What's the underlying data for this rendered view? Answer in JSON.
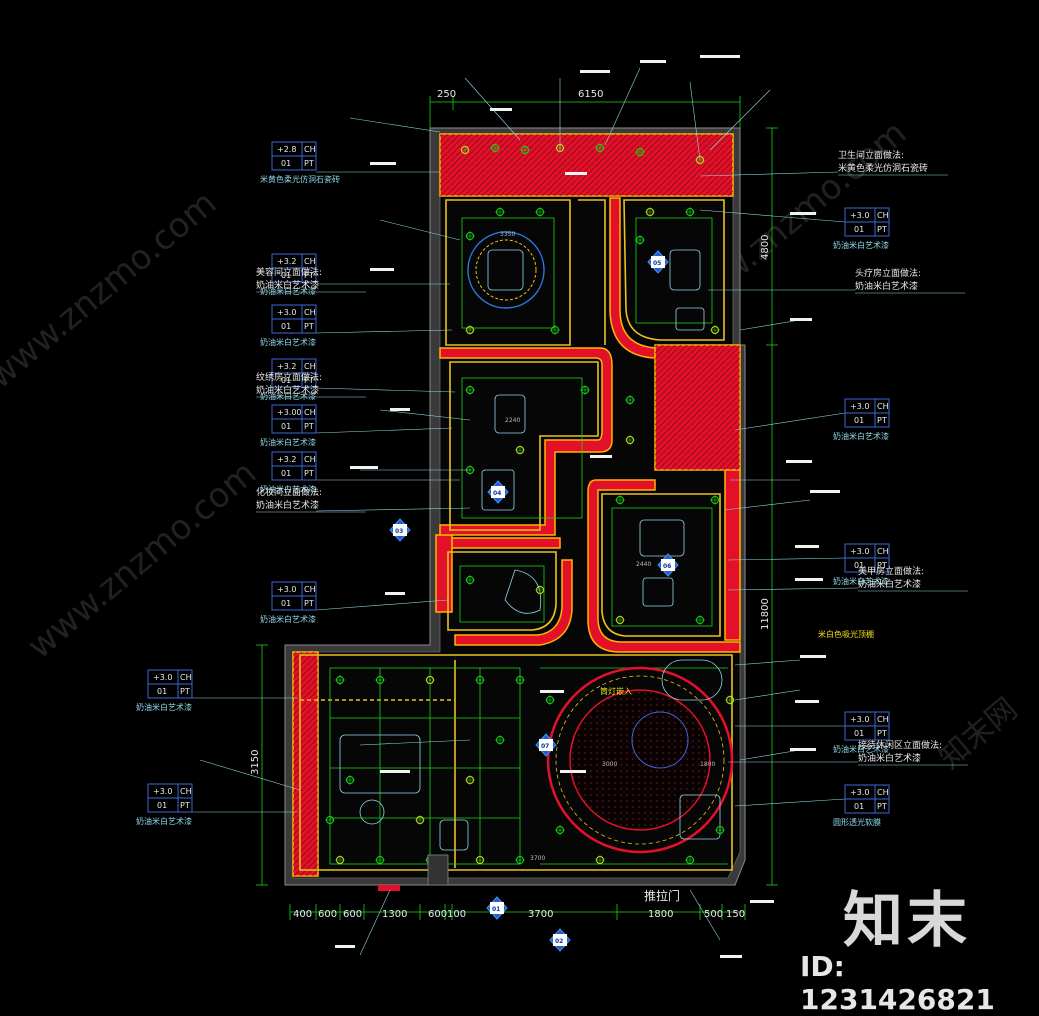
{
  "drawing": {
    "dims_top": [
      "250",
      "6150"
    ],
    "dims_bottom": [
      "400",
      "600",
      "600",
      "1300",
      "600",
      "100",
      "3700",
      "1800",
      "500",
      "150"
    ],
    "dims_right": [
      "4800",
      "11800"
    ],
    "dims_left": [
      "3150"
    ],
    "door_label": "推拉门",
    "inner_dims": [
      "3350",
      "2240",
      "3000",
      "3700",
      "2440",
      "1800"
    ]
  },
  "ceiling_tags": [
    {
      "ch": "+2.8",
      "ch_unit": "CH",
      "pt": "01",
      "pt_unit": "PT",
      "note": "米黄色柔光仿洞石瓷砖"
    },
    {
      "ch": "+3.2",
      "ch_unit": "CH",
      "pt": "01",
      "pt_unit": "PT",
      "note": "奶油米白艺术漆"
    },
    {
      "ch": "+3.0",
      "ch_unit": "CH",
      "pt": "01",
      "pt_unit": "PT",
      "note": "奶油米白艺术漆"
    },
    {
      "ch": "+3.2",
      "ch_unit": "CH",
      "pt": "01",
      "pt_unit": "PT",
      "note": "奶油米白艺术漆"
    },
    {
      "ch": "+3.00",
      "ch_unit": "CH",
      "pt": "01",
      "pt_unit": "PT",
      "note": "奶油米白艺术漆"
    },
    {
      "ch": "+3.2",
      "ch_unit": "CH",
      "pt": "01",
      "pt_unit": "PT",
      "note": "奶油米白艺术漆"
    },
    {
      "ch": "+3.0",
      "ch_unit": "CH",
      "pt": "01",
      "pt_unit": "PT",
      "note": "奶油米白艺术漆"
    },
    {
      "ch": "+3.0",
      "ch_unit": "CH",
      "pt": "01",
      "pt_unit": "PT",
      "note": "奶油米白艺术漆"
    },
    {
      "ch": "+3.0",
      "ch_unit": "CH",
      "pt": "01",
      "pt_unit": "PT",
      "note": "奶油米白艺术漆"
    },
    {
      "ch": "+3.0",
      "ch_unit": "CH",
      "pt": "01",
      "pt_unit": "PT",
      "note": "奶油米白艺术漆"
    },
    {
      "ch": "+3.0",
      "ch_unit": "CH",
      "pt": "01",
      "pt_unit": "PT",
      "note": "奶油米白艺术漆"
    },
    {
      "ch": "+3.0",
      "ch_unit": "CH",
      "pt": "01",
      "pt_unit": "PT",
      "note": "奶油米白艺术漆"
    },
    {
      "ch": "+3.0",
      "ch_unit": "CH",
      "pt": "01",
      "pt_unit": "PT",
      "note": "奶油米白艺术漆"
    },
    {
      "ch": "+3.0",
      "ch_unit": "CH",
      "pt": "01",
      "pt_unit": "PT",
      "note": "圆形透光软膜"
    }
  ],
  "elevation_notes": [
    {
      "title": "卫生间立面做法:",
      "material": "米黄色柔光仿洞石瓷砖"
    },
    {
      "title": "美容间立面做法:",
      "material": "奶油米白艺术漆"
    },
    {
      "title": "头疗房立面做法:",
      "material": "奶油米白艺术漆"
    },
    {
      "title": "纹绣房立面做法:",
      "material": "奶油米白艺术漆"
    },
    {
      "title": "化妆间立面做法:",
      "material": "奶油米白艺术漆"
    },
    {
      "title": "美甲房立面做法:",
      "material": "奶油米白艺术漆"
    },
    {
      "title": "接待休闲区立面做法:",
      "material": "奶油米白艺术漆"
    }
  ],
  "legend_notes": [
    "米白色吸光顶棚",
    "筒灯嵌入"
  ],
  "section_markers": [
    "01",
    "02",
    "03",
    "04",
    "05",
    "06",
    "07"
  ],
  "watermark": {
    "logo": "知末",
    "id": "ID: 1231426821",
    "site": "www.znzmo.com",
    "brand": "知末网"
  },
  "colors": {
    "background": "#000000",
    "wall_red": "#e3102a",
    "wall_edge": "#ffb400",
    "dim_green": "#19d419",
    "tag_frame": "#3a67d8",
    "leader": "#8fd7e8",
    "text_white": "#e8e8e8",
    "yellow": "#f0e020",
    "cyan": "#1ad2d2"
  }
}
